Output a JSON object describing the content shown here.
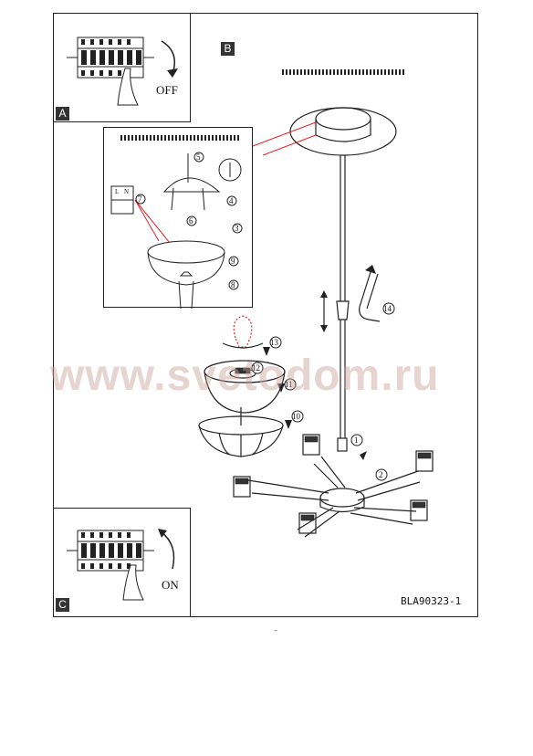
{
  "panels": {
    "a": {
      "tag": "A",
      "switch_label": "OFF"
    },
    "b": {
      "tag": "B"
    },
    "c": {
      "tag": "C",
      "switch_label": "ON"
    }
  },
  "steps": [
    "1",
    "2",
    "3",
    "4",
    "5",
    "6",
    "7",
    "8",
    "9",
    "10",
    "11",
    "12",
    "13",
    "14"
  ],
  "terminal_labels": {
    "l": "L",
    "n": "N"
  },
  "model_code": "BLA90323-1",
  "watermark": "www.svetodom.ru",
  "page_marker": "–",
  "colors": {
    "accent_red": "#e0242b",
    "line": "#222222",
    "watermark": "#c8a096"
  }
}
